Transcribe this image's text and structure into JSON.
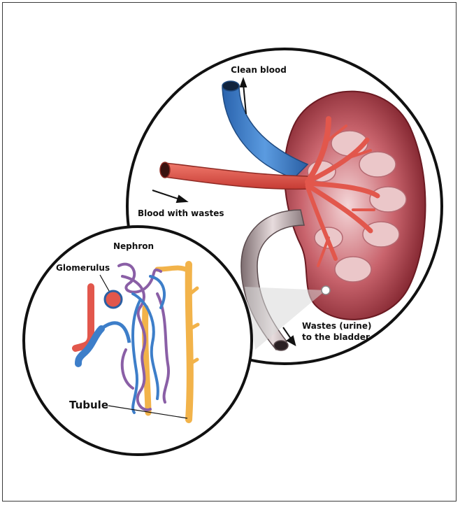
{
  "labels": {
    "clean_blood": "Clean blood",
    "blood_with_wastes": "Blood with wastes",
    "nephron": "Nephron",
    "glomerulus": "Glomerulus",
    "wastes_line1": "Wastes (urine)",
    "wastes_line2": "to the bladder",
    "tubule": "Tubule"
  },
  "colors": {
    "vein_blue": "#3d7ec9",
    "artery_red": "#e2574c",
    "kidney_dark": "#8e2630",
    "kidney_light": "#e8b3b6",
    "ureter_gray": "#b7a3a6",
    "tubule_orange": "#f2b34a",
    "loop_purple": "#8a5fa6"
  }
}
